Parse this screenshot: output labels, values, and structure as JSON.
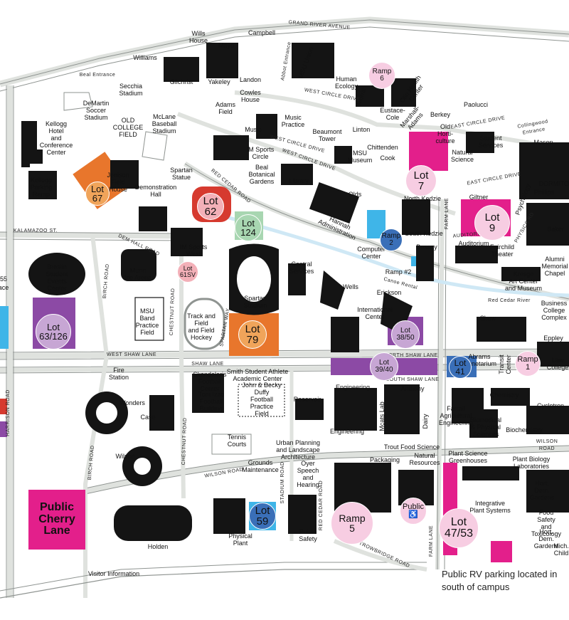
{
  "map": {
    "colors": {
      "road": "#e9ebe7",
      "road_edge": "#8f9491",
      "building": "#141414",
      "magenta": "#e31f8b",
      "pink_light": "#f7cde2",
      "orange": "#e8762c",
      "purple": "#8c4aa5",
      "purple_light": "#c7a6d4",
      "blue": "#3a6fb8",
      "blue_light": "#8fbde6",
      "cyan": "#3fb5e8",
      "green": "#a8d6b1",
      "red": "#d63a2f",
      "red_light": "#f3b0b8"
    },
    "parking": [
      {
        "id": "lot-67",
        "text": "Lot\n67",
        "kind": "circle",
        "fill": "#f0a45a",
        "text_color": "#111"
      },
      {
        "id": "lot-62",
        "text": "Lot\n62",
        "kind": "circle",
        "fill": "#f3b0b8",
        "text_color": "#111"
      },
      {
        "id": "lot-124",
        "text": "Lot\n124",
        "kind": "circle",
        "fill": "#a8d6b1",
        "text_color": "#111"
      },
      {
        "id": "lot-61sv",
        "text": "Lot\n61SV",
        "kind": "circle",
        "fill": "#f3b0b8",
        "text_color": "#111"
      },
      {
        "id": "lot-63-126",
        "text": "Lot\n63/126",
        "kind": "circle",
        "fill": "#c7a6d4",
        "text_color": "#111"
      },
      {
        "id": "lot-79",
        "text": "Lot\n79",
        "kind": "circle",
        "fill": "#f0a45a",
        "text_color": "#111"
      },
      {
        "id": "lot-38-50",
        "text": "Lot\n38/50",
        "kind": "circle",
        "fill": "#c7a6d4",
        "text_color": "#111"
      },
      {
        "id": "lot-39-40",
        "text": "Lot\n39/40",
        "kind": "circle",
        "fill": "#c7a6d4",
        "text_color": "#111"
      },
      {
        "id": "lot-41",
        "text": "Lot\n41",
        "kind": "circle",
        "fill": "#3a6fb8",
        "text_color": "#111"
      },
      {
        "id": "ramp-1",
        "text": "Ramp\n1",
        "kind": "circle",
        "fill": "#f7cde2",
        "text_color": "#111"
      },
      {
        "id": "ramp-2",
        "text": "Ramp\n2",
        "kind": "circle",
        "fill": "#3a6fb8",
        "text_color": "#111"
      },
      {
        "id": "ramp-5",
        "text": "Ramp\n5",
        "kind": "circle",
        "fill": "#f7cde2",
        "text_color": "#111"
      },
      {
        "id": "ramp-6",
        "text": "Ramp\n6",
        "kind": "circle",
        "fill": "#f7cde2",
        "text_color": "#111"
      },
      {
        "id": "lot-7",
        "text": "Lot\n7",
        "kind": "circle",
        "fill": "#f7cde2",
        "text_color": "#111"
      },
      {
        "id": "lot-9",
        "text": "Lot\n9",
        "kind": "circle",
        "fill": "#f7cde2",
        "text_color": "#111"
      },
      {
        "id": "lot-59",
        "text": "Lot\n59",
        "kind": "circle",
        "fill": "#3a6fb8",
        "text_color": "#111"
      },
      {
        "id": "public-accessible",
        "text": "Public\n♿",
        "kind": "circle",
        "fill": "#f7cde2",
        "text_color": "#111"
      },
      {
        "id": "lot-47-53",
        "text": "Lot\n47/53",
        "kind": "circle",
        "fill": "#f7cde2",
        "text_color": "#111"
      },
      {
        "id": "public-cherry-lane",
        "text": "Public\nCherry Lane",
        "kind": "box",
        "fill": "#e31f8b",
        "text_color": "#111"
      }
    ],
    "roads": [
      {
        "id": "grand-river-avenue",
        "text": "GRAND RIVER AVENUE"
      },
      {
        "id": "west-circle-drive-1",
        "text": "WEST CIRCLE DRIVE"
      },
      {
        "id": "west-circle-drive-2",
        "text": "WEST CIRCLE DRIVE"
      },
      {
        "id": "west-circle-drive-3",
        "text": "WEST CIRCLE DRIVE"
      },
      {
        "id": "east-circle-drive-1",
        "text": "EAST CIRCLE DRIVE"
      },
      {
        "id": "east-circle-drive-2",
        "text": "EAST CIRCLE DRIVE"
      },
      {
        "id": "red-cedar-road-1",
        "text": "RED CEDAR ROAD"
      },
      {
        "id": "red-cedar-road-2",
        "text": "RED CEDAR ROAD"
      },
      {
        "id": "kalamazoo-st",
        "text": "KALAMAZOO ST."
      },
      {
        "id": "dem-hall-road",
        "text": "DEM HALL ROAD"
      },
      {
        "id": "birch-road-1",
        "text": "BIRCH ROAD"
      },
      {
        "id": "birch-road-2",
        "text": "BIRCH ROAD"
      },
      {
        "id": "chestnut-road-1",
        "text": "CHESTNUT ROAD"
      },
      {
        "id": "chestnut-road-2",
        "text": "CHESTNUT ROAD"
      },
      {
        "id": "spartan-way",
        "text": "SPARTAN WAY"
      },
      {
        "id": "west-shaw-lane",
        "text": "WEST SHAW LANE"
      },
      {
        "id": "shaw-lane",
        "text": "SHAW LANE"
      },
      {
        "id": "north-shaw-lane",
        "text": "NORTH SHAW LANE"
      },
      {
        "id": "south-shaw-lane",
        "text": "SOUTH SHAW LANE"
      },
      {
        "id": "harrison-road",
        "text": "HARRISON ROAD"
      },
      {
        "id": "wilson-road-1",
        "text": "WILSON ROAD"
      },
      {
        "id": "wilson-road-2",
        "text": "WILSON ROAD"
      },
      {
        "id": "stadium-road",
        "text": "STADIUM ROAD"
      },
      {
        "id": "trowbridge-road",
        "text": "TROWBRIDGE ROAD"
      },
      {
        "id": "farm-lane-1",
        "text": "FARM LANE"
      },
      {
        "id": "farm-lane-2",
        "text": "FARM LANE"
      },
      {
        "id": "auditorium-road",
        "text": "AUDITORIUM RD"
      },
      {
        "id": "physics-road",
        "text": "PHYSICS RD"
      },
      {
        "id": "abbot-entrance",
        "text": "Abbot Entrance"
      },
      {
        "id": "beal-entrance",
        "text": "Beal Entrance"
      },
      {
        "id": "collingwood-entrance",
        "text": "Collingwood\nEntrance"
      },
      {
        "id": "red-cedar-river",
        "text": "Red Cedar River"
      },
      {
        "id": "canoe-rental",
        "text": "Canoe Rental"
      }
    ],
    "places": [
      {
        "id": "wills-house",
        "text": "Wills\nHouse"
      },
      {
        "id": "campbell",
        "text": "Campbell"
      },
      {
        "id": "mayo",
        "text": "Mayo"
      },
      {
        "id": "williams",
        "text": "Williams"
      },
      {
        "id": "gilchrist",
        "text": "Gilchrist"
      },
      {
        "id": "yakeley",
        "text": "Yakeley"
      },
      {
        "id": "landon",
        "text": "Landon"
      },
      {
        "id": "msu-union",
        "text": "MSU Union"
      },
      {
        "id": "human-ecology",
        "text": "Human\nEcology"
      },
      {
        "id": "morrill",
        "text": "Morrill"
      },
      {
        "id": "olin-health-center",
        "text": "Olin Health\nCenter"
      },
      {
        "id": "secchia-stadium",
        "text": "Secchia\nStadium"
      },
      {
        "id": "demartin-soccer",
        "text": "DeMartin\nSoccer\nStadium"
      },
      {
        "id": "adams-field",
        "text": "Adams\nField"
      },
      {
        "id": "cowles-house",
        "text": "Cowles\nHouse"
      },
      {
        "id": "music-practice",
        "text": "Music\nPractice"
      },
      {
        "id": "music",
        "text": "Music"
      },
      {
        "id": "beaumont-tower",
        "text": "Beaumont\nTower"
      },
      {
        "id": "linton",
        "text": "Linton"
      },
      {
        "id": "eustace-cole",
        "text": "Eustace-\nCole"
      },
      {
        "id": "marshall-adams",
        "text": "Marshall-\nAdams"
      },
      {
        "id": "berkey",
        "text": "Berkey"
      },
      {
        "id": "paolucci",
        "text": "Paolucci"
      },
      {
        "id": "old-horticulture",
        "text": "Old\nHorti-\nculture"
      },
      {
        "id": "student-services",
        "text": "Student\nServices"
      },
      {
        "id": "chittenden",
        "text": "Chittenden"
      },
      {
        "id": "cook",
        "text": "Cook"
      },
      {
        "id": "natural-science",
        "text": "Natural\nScience"
      },
      {
        "id": "mason",
        "text": "Mason"
      },
      {
        "id": "dormitory",
        "text": "DORMITORY"
      },
      {
        "id": "kellogg-center",
        "text": "Kellogg\nHotel\nand\nConference\nCenter"
      },
      {
        "id": "kellogg-ramp",
        "text": "Kellogg\nParking\nRamp"
      },
      {
        "id": "old-college-field",
        "text": "OLD\nCOLLEGE\nFIELD"
      },
      {
        "id": "mclane-stadium",
        "text": "McLane\nBaseball\nStadium"
      },
      {
        "id": "im-sports-circle",
        "text": "IM Sports\nCircle"
      },
      {
        "id": "msu-museum",
        "text": "MSU\nMuseum"
      },
      {
        "id": "library",
        "text": "Library"
      },
      {
        "id": "beal-gardens",
        "text": "Beal\nBotanical\nGardens"
      },
      {
        "id": "jenison",
        "text": "Jenison\nField\nHouse"
      },
      {
        "id": "spartan-statue",
        "text": "Spartan\nStatue"
      },
      {
        "id": "demonstration-hall",
        "text": "Demonstration\nHall"
      },
      {
        "id": "olds",
        "text": "Olds"
      },
      {
        "id": "north-kedzie",
        "text": "North Kedzie"
      },
      {
        "id": "giltner",
        "text": "Giltner"
      },
      {
        "id": "phillips",
        "text": "Phillips"
      },
      {
        "id": "psychology",
        "text": "Psychology"
      },
      {
        "id": "hannah-admin",
        "text": "Hannah\nAdministration"
      },
      {
        "id": "south-kedzie",
        "text": "South Kedzie"
      },
      {
        "id": "baker",
        "text": "Baker"
      },
      {
        "id": "computer-center",
        "text": "Computer\nCenter"
      },
      {
        "id": "bessey",
        "text": "Bessey"
      },
      {
        "id": "ramp-2-label",
        "text": "Ramp #2"
      },
      {
        "id": "auditorium",
        "text": "Auditorium"
      },
      {
        "id": "fairchild-theater",
        "text": "Fairchild\nTheater"
      },
      {
        "id": "alumni-chapel",
        "text": "Alumni\nMemorial\nChapel"
      },
      {
        "id": "im-sports-west",
        "text": "IM Sports\nWest"
      },
      {
        "id": "breslin-center",
        "text": "Breslin\nStudent\nEvents\nCenter"
      },
      {
        "id": "munn-ice-arena",
        "text": "Munn\nIce Arena"
      },
      {
        "id": "spartan-stadium",
        "text": "Spartan\nStadium"
      },
      {
        "id": "central-services",
        "text": "Central\nServices"
      },
      {
        "id": "wells",
        "text": "Wells"
      },
      {
        "id": "kresge-art",
        "text": "Kresge\nArt Center\nand Museum"
      },
      {
        "id": "erickson",
        "text": "Erickson"
      },
      {
        "id": "international-center",
        "text": "International\nCenter"
      },
      {
        "id": "shaw",
        "text": "Shaw"
      },
      {
        "id": "business-complex",
        "text": "Business\nCollege\nComplex"
      },
      {
        "id": "eppley",
        "text": "Eppley"
      },
      {
        "id": "msu-band-field",
        "text": "MSU\nBand\nPractice\nField"
      },
      {
        "id": "track-field-hockey",
        "text": "Track and\nField\nand Field\nHockey"
      },
      {
        "id": "abrams-planetarium",
        "text": "Abrams\nPlanetarium"
      },
      {
        "id": "transit-center",
        "text": "Transit\nCenter"
      },
      {
        "id": "law-college",
        "text": "Law\nCollege"
      },
      {
        "id": "fire-station",
        "text": "Fire\nStation"
      },
      {
        "id": "skandalaris",
        "text": "Skandalaris\nFootball\nCenter"
      },
      {
        "id": "tom-izzo",
        "text": "Tom Izzo\nFootball\nBuilding"
      },
      {
        "id": "smith-academic",
        "text": "Smith Student Athlete\nAcademic Center"
      },
      {
        "id": "duffy-field",
        "text": "John & Becky\nDuffy\nFootball\nPractice\nField"
      },
      {
        "id": "engineering-1",
        "text": "Engineering"
      },
      {
        "id": "anthony",
        "text": "Anthony"
      },
      {
        "id": "chemistry",
        "text": "Chemistry"
      },
      {
        "id": "cyclotron",
        "text": "Cyclotron"
      },
      {
        "id": "wonders",
        "text": "Wonders"
      },
      {
        "id": "case",
        "text": "Case"
      },
      {
        "id": "reservoir",
        "text": "Reservoir"
      },
      {
        "id": "engineering-2",
        "text": "Engineering"
      },
      {
        "id": "mcats-lab",
        "text": "Mcats Lab"
      },
      {
        "id": "dairy",
        "text": "Dairy"
      },
      {
        "id": "farrall-engineering",
        "text": "Farrall\nAgricultural\nEngineering"
      },
      {
        "id": "biomedical-sciences",
        "text": "Biomedical\n& Physical\nSciences"
      },
      {
        "id": "biochemistry",
        "text": "Biochemistry"
      },
      {
        "id": "tennis-courts",
        "text": "Tennis\nCourts"
      },
      {
        "id": "urban-planning",
        "text": "Urban Planning\nand Landscape\nArchitecture"
      },
      {
        "id": "trout-food-science",
        "text": "Trout Food Science"
      },
      {
        "id": "plant-science",
        "text": "Plant Science\nGreenhouses"
      },
      {
        "id": "plant-biology",
        "text": "Plant Biology Laboratories"
      },
      {
        "id": "wilson",
        "text": "Wilson"
      },
      {
        "id": "grounds-maintenance",
        "text": "Grounds\nMaintenance"
      },
      {
        "id": "dyer-speech",
        "text": "Oyer\nSpeech\nand\nHearing"
      },
      {
        "id": "packaging",
        "text": "Packaging"
      },
      {
        "id": "natural-resources",
        "text": "Natural\nResources"
      },
      {
        "id": "hort-gardens-1",
        "text": "Hort. Dem.\nGardens"
      },
      {
        "id": "integrative-plant",
        "text": "Integrative\nPlant Systems"
      },
      {
        "id": "food-safety",
        "text": "Food Safety\nand Toxicology"
      },
      {
        "id": "hort-gardens-2",
        "text": "Hort. Dem.\nGardens"
      },
      {
        "id": "childrens",
        "text": "Mich.\nChild"
      },
      {
        "id": "physical-plant",
        "text": "Physical\nPlant"
      },
      {
        "id": "public-safety",
        "text": "Public\nSafety"
      },
      {
        "id": "holden",
        "text": "Holden"
      },
      {
        "id": "visitor-information",
        "text": "Visitor Information"
      },
      {
        "id": "edge-55",
        "text": "55"
      },
      {
        "id": "edge-place",
        "text": "ace"
      }
    ],
    "note": "Public RV parking located in\nsouth of campus"
  }
}
